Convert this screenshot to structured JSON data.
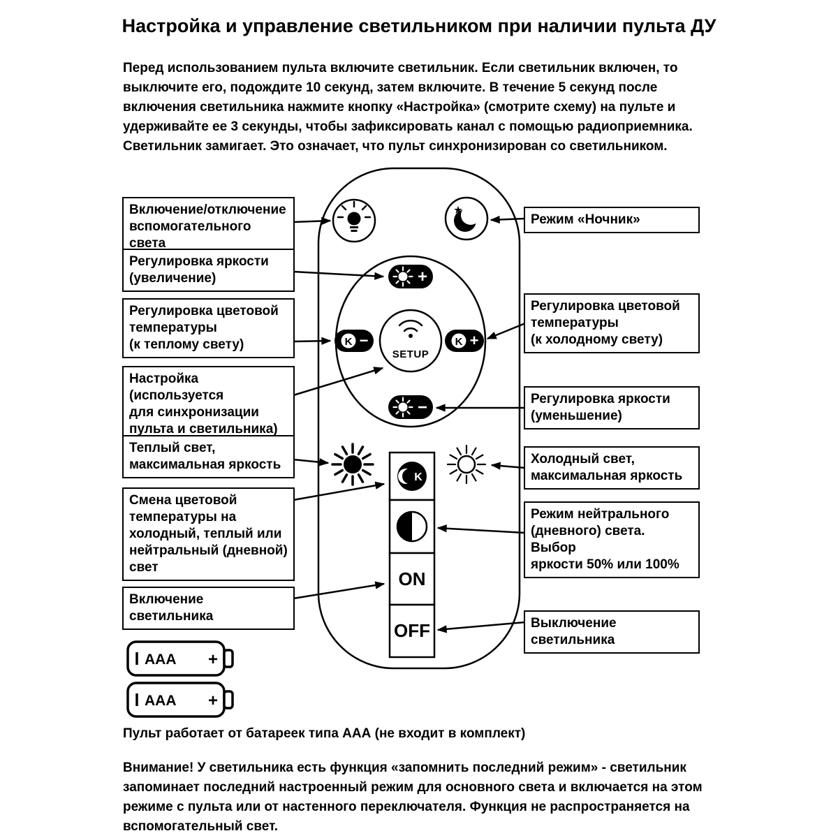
{
  "title": "Настройка и управление светильником при наличии пульта ДУ",
  "intro": "Перед использованием пульта включите светильник. Если светильник включен, то выключите его, подождите 10 секунд, затем включите. В течение 5 секунд после включения светильника нажмите кнопку «Настройка» (смотрите схему) на пульте и удерживайте ее 3 секунды, чтобы зафиксировать канал с помощью радиоприемника. Светильник замигает. Это означает, что пульт синхронизирован со светильником.",
  "left_labels": [
    "Включение/отключение\nвспомогательного света",
    "Регулировка яркости\n(увеличение)",
    "Регулировка цветовой\nтемпературы\n(к теплому свету)",
    "Настройка (используется\nдля синхронизации\nпульта и светильника)",
    "Теплый свет,\nмаксимальная яркость",
    "Смена цветовой\nтемпературы на\nхолодный, теплый или\nнейтральный (дневной)\nсвет",
    "Включение светильника"
  ],
  "right_labels": [
    "Режим «Ночник»",
    "Регулировка цветовой\nтемпературы\n(к холодному свету)",
    "Регулировка яркости\n(уменьшение)",
    "Холодный свет,\nмаксимальная яркость",
    "Режим нейтрального\n(дневного) света. Выбор\nяркости 50% или 100%",
    "Выключение светильника"
  ],
  "remote": {
    "setup_label": "SETUP",
    "on_label": "ON",
    "off_label": "OFF"
  },
  "symbols": {
    "k": "K",
    "plus": "+",
    "minus": "−",
    "star": "★"
  },
  "icons": {
    "aux_light": "bulb-with-rays",
    "night_mode": "crescent-moon-with-star",
    "brightness_up": "sun-plus",
    "brightness_down": "sun-minus",
    "color_temp_warm": "k-circle-minus",
    "color_temp_cold": "k-circle-plus",
    "setup": "wifi-signal",
    "warm_max": "filled-sun",
    "cold_max": "outline-sun",
    "mode_switch": "moon-k",
    "neutral_mode": "half-filled-circle"
  },
  "battery": {
    "type_label": "AAA",
    "plus_label": "+"
  },
  "battery_note": "Пульт работает от батареек типа ААА (не входит в комплект)",
  "warning": "Внимание! У светильника есть функция «запомнить последний режим» - светильник запоминает последний настроенный режим для основного света и включается на этом режиме с пульта или от настенного переключателя. Функция не распространяется на вспомогательный свет."
}
